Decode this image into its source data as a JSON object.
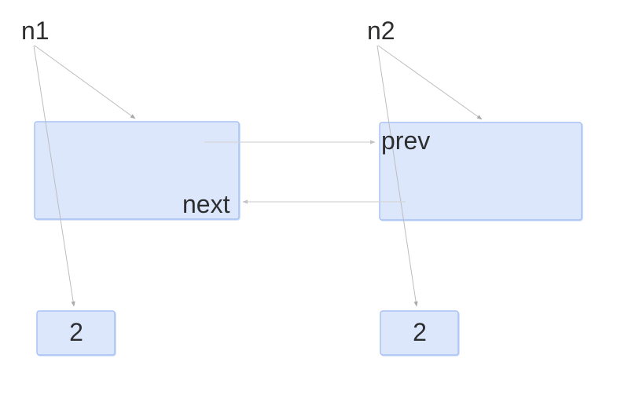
{
  "colors": {
    "background": "#ffffff",
    "node_fill": "#dce7fc",
    "node_border": "#a9c3f3",
    "node_shadow": "#c9d8f7",
    "label_edge": "#bcbdbf",
    "pointer_edge": "#d4d5d7",
    "arrowhead_dark": "#a8a9ab",
    "arrowhead_light": "#c2c3c5",
    "text": "#2d2e30"
  },
  "diagram": {
    "var1_label": "n1",
    "var2_label": "n2",
    "node1_field": "next",
    "node2_field": "prev",
    "node1_value": "2",
    "node2_value": "2"
  }
}
